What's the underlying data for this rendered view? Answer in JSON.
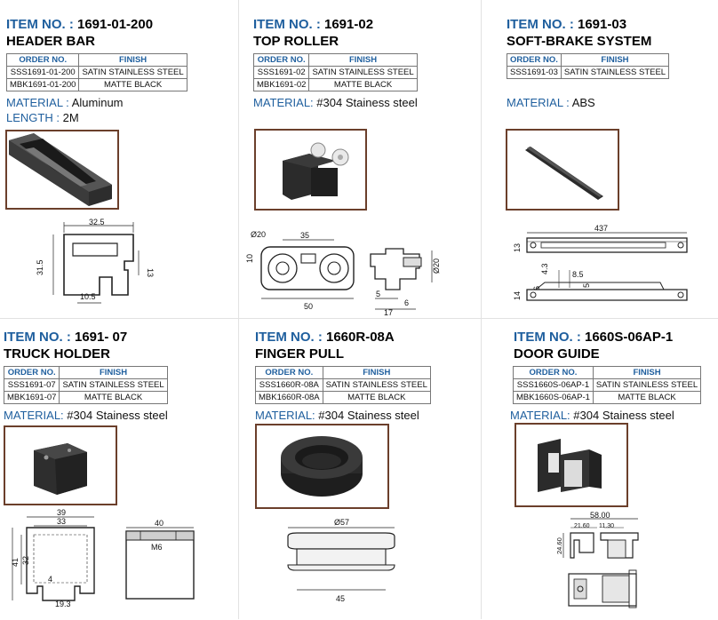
{
  "table_headers": {
    "order": "ORDER NO.",
    "finish": "FINISH"
  },
  "products": [
    {
      "label": "ITEM NO. :",
      "item_no": "1691-01-200",
      "name": "HEADER BAR",
      "rows": [
        [
          "SSS1691-01-200",
          "SATIN STAINLESS STEEL"
        ],
        [
          "MBK1691-01-200",
          "MATTE BLACK"
        ]
      ],
      "material_label": "MATERIAL :",
      "material": "Aluminum",
      "length_label": "LENGTH :",
      "length": "2M",
      "dims": [
        "32.5",
        "31.5",
        "13",
        "10.5"
      ]
    },
    {
      "label": "ITEM NO. :",
      "item_no": "1691-02",
      "name": "TOP ROLLER",
      "rows": [
        [
          "SSS1691-02",
          "SATIN STAINLESS STEEL"
        ],
        [
          "MBK1691-02",
          "MATTE BLACK"
        ]
      ],
      "material_label": "MATERIAL:",
      "material": "#304 Stainess steel",
      "dims": [
        "Ø20",
        "35",
        "10",
        "50",
        "Ø20",
        "5",
        "17",
        "6"
      ]
    },
    {
      "label": "ITEM NO. :",
      "item_no": "1691-03",
      "name": "SOFT-BRAKE SYSTEM",
      "rows": [
        [
          "SSS1691-03",
          "SATIN STAINLESS STEEL"
        ]
      ],
      "material_label": "MATERIAL :",
      "material": "ABS",
      "dims": [
        "437",
        "13",
        "4.3",
        "8.5",
        "6",
        "5",
        "14"
      ]
    },
    {
      "label": "ITEM NO. :",
      "item_no": "1691- 07",
      "name": "TRUCK HOLDER",
      "rows": [
        [
          "SSS1691-07",
          "SATIN STAINLESS STEEL"
        ],
        [
          "MBK1691-07",
          "MATTE BLACK"
        ]
      ],
      "material_label": "MATERIAL:",
      "material": "#304 Stainess steel",
      "dims": [
        "39",
        "33",
        "41",
        "32",
        "4",
        "19.3",
        "40",
        "M6"
      ]
    },
    {
      "label": "ITEM NO. :",
      "item_no": "1660R-08A",
      "name": "FINGER PULL",
      "rows": [
        [
          "SSS1660R-08A",
          "SATIN STAINLESS STEEL"
        ],
        [
          "MBK1660R-08A",
          "MATTE BLACK"
        ]
      ],
      "material_label": "MATERIAL:",
      "material": "#304 Stainess steel",
      "dims": [
        "Ø57",
        "45"
      ]
    },
    {
      "label": "ITEM NO. :",
      "item_no": "1660S-06AP-1",
      "name": "DOOR GUIDE",
      "rows": [
        [
          "SSS1660S-06AP-1",
          "SATIN STAINLESS STEEL"
        ],
        [
          "MBK1660S-06AP-1",
          "MATTE BLACK"
        ]
      ],
      "material_label": "MATERIAL:",
      "material": "#304 Stainess steel",
      "dims": [
        "58.00",
        "21.60",
        "11.30",
        "24.60"
      ]
    }
  ]
}
